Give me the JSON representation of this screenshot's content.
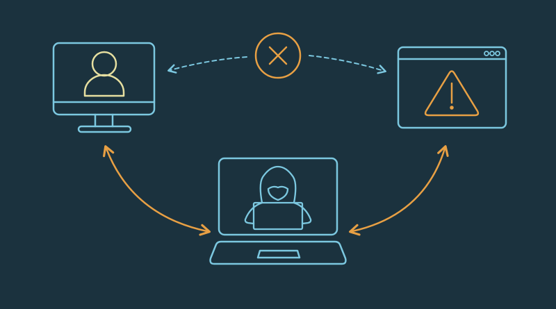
{
  "colors": {
    "background": "#1b323e",
    "device_outline": "#7cc8e0",
    "user_icon": "#e6dfa0",
    "alert": "#e8a044"
  },
  "nodes": [
    {
      "id": "user-computer",
      "icon": "desktop-monitor-with-user-icon"
    },
    {
      "id": "website",
      "icon": "browser-window-with-warning-icon"
    },
    {
      "id": "attacker",
      "icon": "laptop-with-hooded-hacker-icon"
    }
  ],
  "connections": [
    {
      "from": "user-computer",
      "to": "website",
      "style": "dashed",
      "status": "blocked",
      "icon": "x-circle-icon"
    },
    {
      "from": "user-computer",
      "to": "attacker",
      "style": "solid",
      "direction": "both"
    },
    {
      "from": "website",
      "to": "attacker",
      "style": "solid",
      "direction": "both"
    }
  ]
}
